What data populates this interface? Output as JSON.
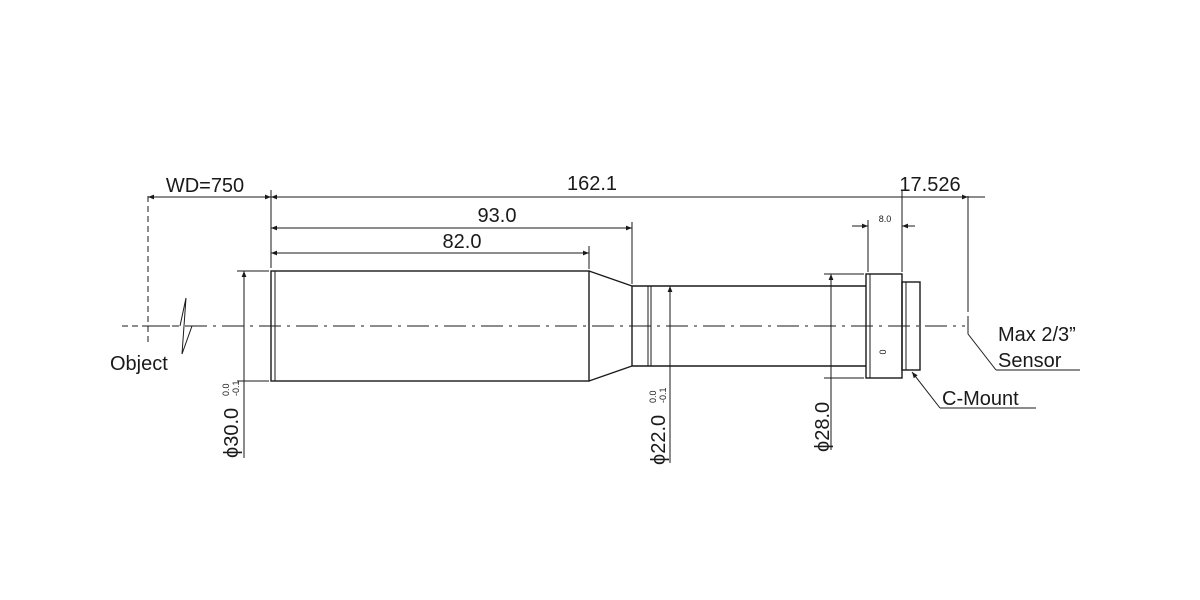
{
  "dimensions": {
    "working_distance": "WD=750",
    "total_length": "162.1",
    "length_93": "93.0",
    "length_82": "82.0",
    "flange_back": "17.526",
    "mount_width": "8.0"
  },
  "diameters": {
    "front": {
      "symbol": "ϕ",
      "value": "30.0",
      "tol_upper": "0.0",
      "tol_lower": "-0.1"
    },
    "mid": {
      "symbol": "ϕ",
      "value": "22.0",
      "tol_upper": "0.0",
      "tol_lower": "-0.1"
    },
    "rear": {
      "symbol": "ϕ",
      "value": "28.0"
    }
  },
  "labels": {
    "object": "Object",
    "sensor_line1": "Max 2/3”",
    "sensor_line2": "Sensor",
    "mount": "C-Mount",
    "screw_mark": "0"
  },
  "colors": {
    "ink": "#1a1a1a",
    "background": "#ffffff"
  }
}
